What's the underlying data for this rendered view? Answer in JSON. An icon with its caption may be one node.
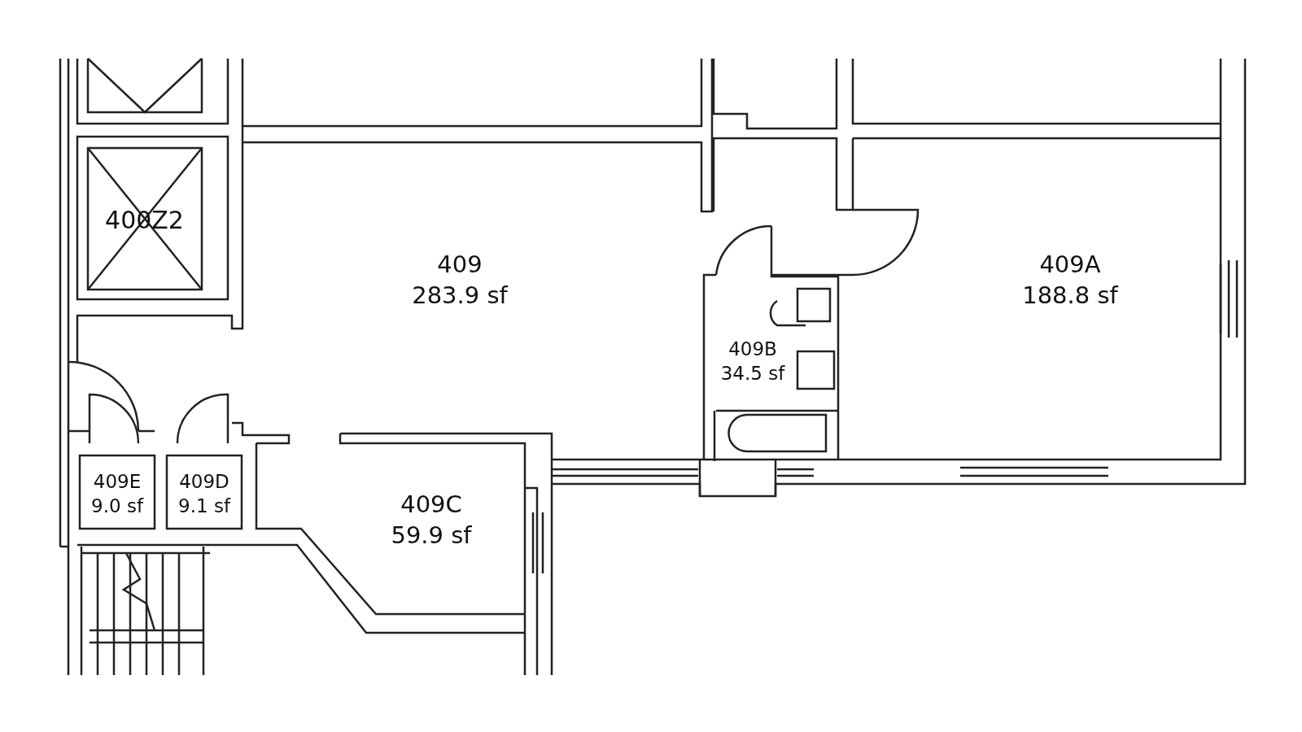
{
  "diagram": {
    "nodes": [
      {
        "text": [
          "400Z2"
        ]
      },
      {
        "text": [
          "409",
          "283.9 sf"
        ]
      },
      {
        "text": [
          "409A",
          "188.8 sf"
        ]
      },
      {
        "text": [
          "409B",
          "34.5 sf"
        ]
      },
      {
        "text": [
          "409E",
          "9.0 sf"
        ]
      },
      {
        "text": [
          "409D",
          "9.1 sf"
        ]
      },
      {
        "text": [
          "409C",
          "59.9 sf"
        ]
      }
    ]
  }
}
